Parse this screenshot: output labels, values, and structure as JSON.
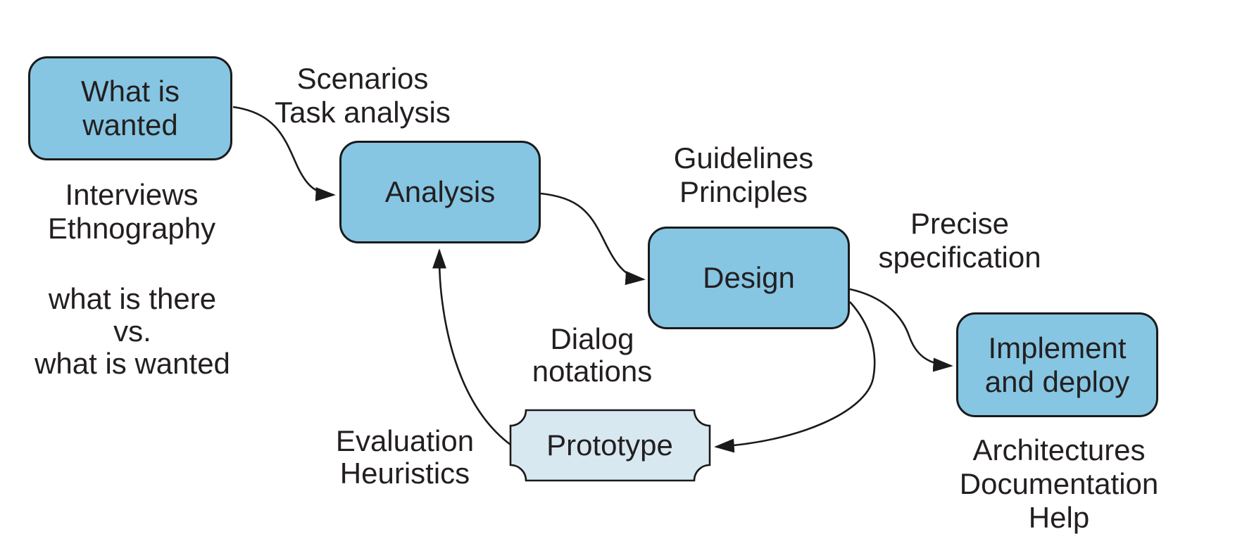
{
  "diagram": {
    "nodes": {
      "what_is_wanted": {
        "label": "What is\nwanted",
        "shape": "rounded-rectangle"
      },
      "analysis": {
        "label": "Analysis",
        "shape": "rounded-rectangle"
      },
      "design": {
        "label": "Design",
        "shape": "rounded-rectangle"
      },
      "implement": {
        "label": "Implement\nand deploy",
        "shape": "rounded-rectangle"
      },
      "prototype": {
        "label": "Prototype",
        "shape": "notched-plaque"
      }
    },
    "annotations": {
      "scenarios": "Scenarios\nTask analysis",
      "interviews": "Interviews\nEthnography",
      "compare": "what is there\nvs.\nwhat is wanted",
      "guidelines": "Guidelines\nPrinciples",
      "precise": "Precise\nspecification",
      "dialog": "Dialog\nnotations",
      "evaluation": "Evaluation\nHeuristics",
      "architectures": "Architectures\nDocumentation\nHelp"
    },
    "edges": [
      {
        "from": "what_is_wanted",
        "to": "analysis"
      },
      {
        "from": "analysis",
        "to": "design"
      },
      {
        "from": "design",
        "to": "implement"
      },
      {
        "from": "design",
        "to": "prototype"
      },
      {
        "from": "prototype",
        "to": "analysis"
      }
    ],
    "colors": {
      "node_fill": "#86C6E2",
      "prototype_fill": "#D8E8F0",
      "stroke": "#1A1A1A",
      "text": "#231F20",
      "background": "#FFFFFF"
    }
  }
}
